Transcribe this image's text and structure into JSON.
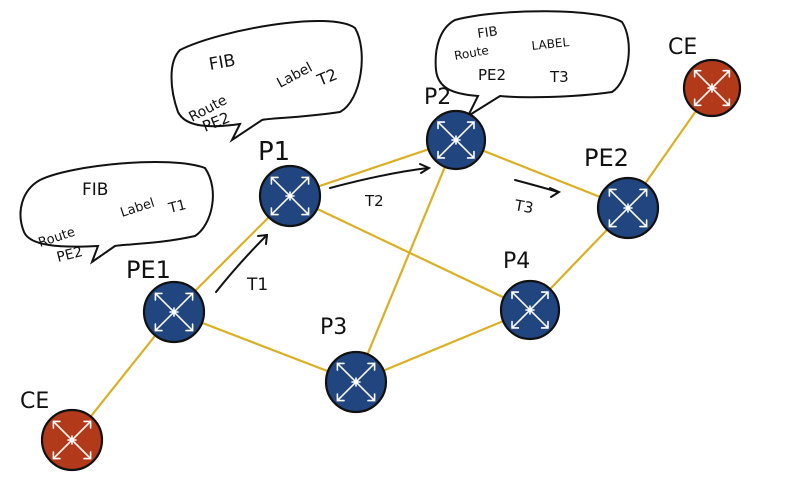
{
  "nodes": {
    "ce_left": {
      "label": "CE",
      "kind": "edge"
    },
    "pe1": {
      "label": "PE1",
      "kind": "core"
    },
    "p1": {
      "label": "P1",
      "kind": "core"
    },
    "p2": {
      "label": "P2",
      "kind": "core"
    },
    "p3": {
      "label": "P3",
      "kind": "core"
    },
    "p4": {
      "label": "P4",
      "kind": "core"
    },
    "pe2": {
      "label": "PE2",
      "kind": "core"
    },
    "ce_right": {
      "label": "CE",
      "kind": "edge"
    }
  },
  "links": [
    [
      "ce_left",
      "pe1"
    ],
    [
      "pe1",
      "p1"
    ],
    [
      "pe1",
      "p3"
    ],
    [
      "p1",
      "p2"
    ],
    [
      "p1",
      "p4"
    ],
    [
      "p2",
      "p3"
    ],
    [
      "p2",
      "pe2"
    ],
    [
      "p3",
      "p4"
    ],
    [
      "p4",
      "pe2"
    ],
    [
      "pe2",
      "ce_right"
    ]
  ],
  "transport_labels": {
    "t1": "T1",
    "t2": "T2",
    "t3": "T3"
  },
  "bubbles": {
    "pe1": {
      "title": "FIB",
      "line1a": "Route",
      "line1b": "Label",
      "line2a": "PE2",
      "line2b": "T1"
    },
    "p1": {
      "title": "FIB",
      "line1a": "Route",
      "line1b": "Label",
      "line2a": "PE2",
      "line2b": "T2"
    },
    "p2": {
      "title": "FIB",
      "line1a": "Route",
      "line1b": "LABEL",
      "line2a": "PE2",
      "line2b": "T3"
    }
  },
  "colors": {
    "link": "#d9b024",
    "core_router": "#20457f",
    "edge_router": "#b23a1a"
  }
}
